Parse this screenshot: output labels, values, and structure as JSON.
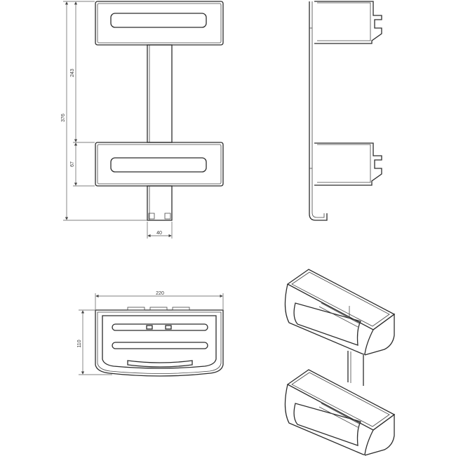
{
  "drawing": {
    "front_view": {
      "dim_total_height": "376",
      "dim_upper_spacing": "243",
      "dim_lower_tray": "67",
      "dim_post_width": "40"
    },
    "top_view": {
      "dim_width": "220",
      "dim_depth": "110"
    },
    "line_color": "#2b2b2b"
  }
}
